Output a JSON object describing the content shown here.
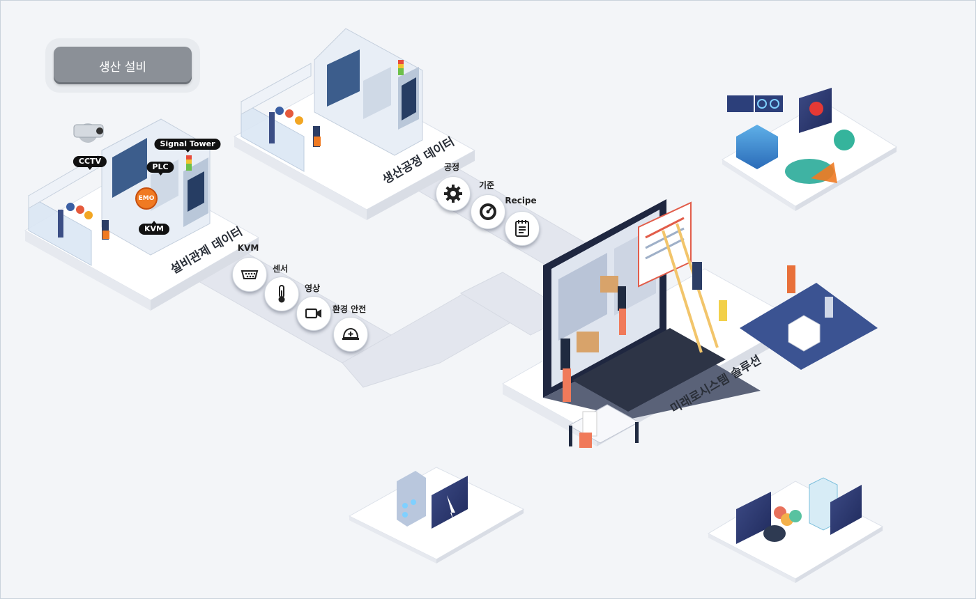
{
  "badge": {
    "label": "생산 설비"
  },
  "zones": {
    "monitoring": "설비관제 데이터",
    "process": "생산공정 데이터",
    "solution": "미래로시스템 솔루션"
  },
  "equipment_tags": {
    "cctv": "CCTV",
    "signal_tower": "Signal Tower",
    "plc": "PLC",
    "emo": "EMO",
    "kvm": "KVM"
  },
  "process_nodes": [
    {
      "label": "공정",
      "icon": "gear-icon"
    },
    {
      "label": "기준",
      "icon": "gauge-icon"
    },
    {
      "label": "Recipe",
      "icon": "recipe-icon"
    }
  ],
  "monitoring_nodes": [
    {
      "label": "KVM",
      "icon": "serial-port-icon"
    },
    {
      "label": "센서",
      "icon": "thermometer-icon"
    },
    {
      "label": "영상",
      "icon": "video-camera-icon"
    },
    {
      "label": "환경 안전",
      "icon": "safety-helmet-icon"
    }
  ],
  "colors": {
    "background": "#f3f5f8",
    "platform": "#ffffff",
    "path": "#e3e6ee",
    "accent_navy": "#3b4e85",
    "accent_orange": "#f07a22",
    "badge": "#8b9097"
  }
}
